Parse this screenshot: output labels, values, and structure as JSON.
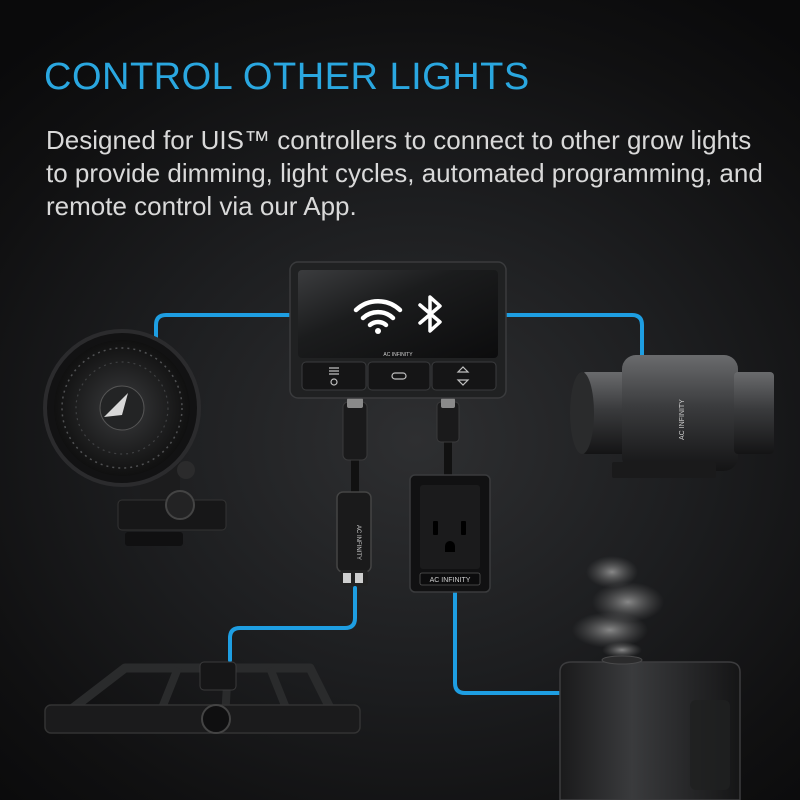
{
  "header": {
    "title": "CONTROL OTHER LIGHTS",
    "description": "Designed for UIS™ controllers to connect to other grow lights to provide dimming, light cycles, automated programming, and remote control via our App."
  },
  "controller": {
    "brand_label": "AC INFINITY",
    "icons": [
      "wifi-icon",
      "bluetooth-icon"
    ],
    "buttons": [
      "menu-settings-button",
      "center-button",
      "up-down-button"
    ]
  },
  "devices": [
    "clip-fan",
    "inline-duct-fan",
    "dimming-adapter",
    "outlet-controller",
    "grow-light",
    "humidifier"
  ],
  "outlet": {
    "brand_label": "AC INFINITY"
  },
  "duct_fan": {
    "brand_label": "AC INFINITY"
  },
  "adapter": {
    "brand_label": "AC INFINITY"
  },
  "colors": {
    "accent": "#2aa7e0",
    "cable": "#1e9ee2",
    "background": "#1d1e20"
  }
}
